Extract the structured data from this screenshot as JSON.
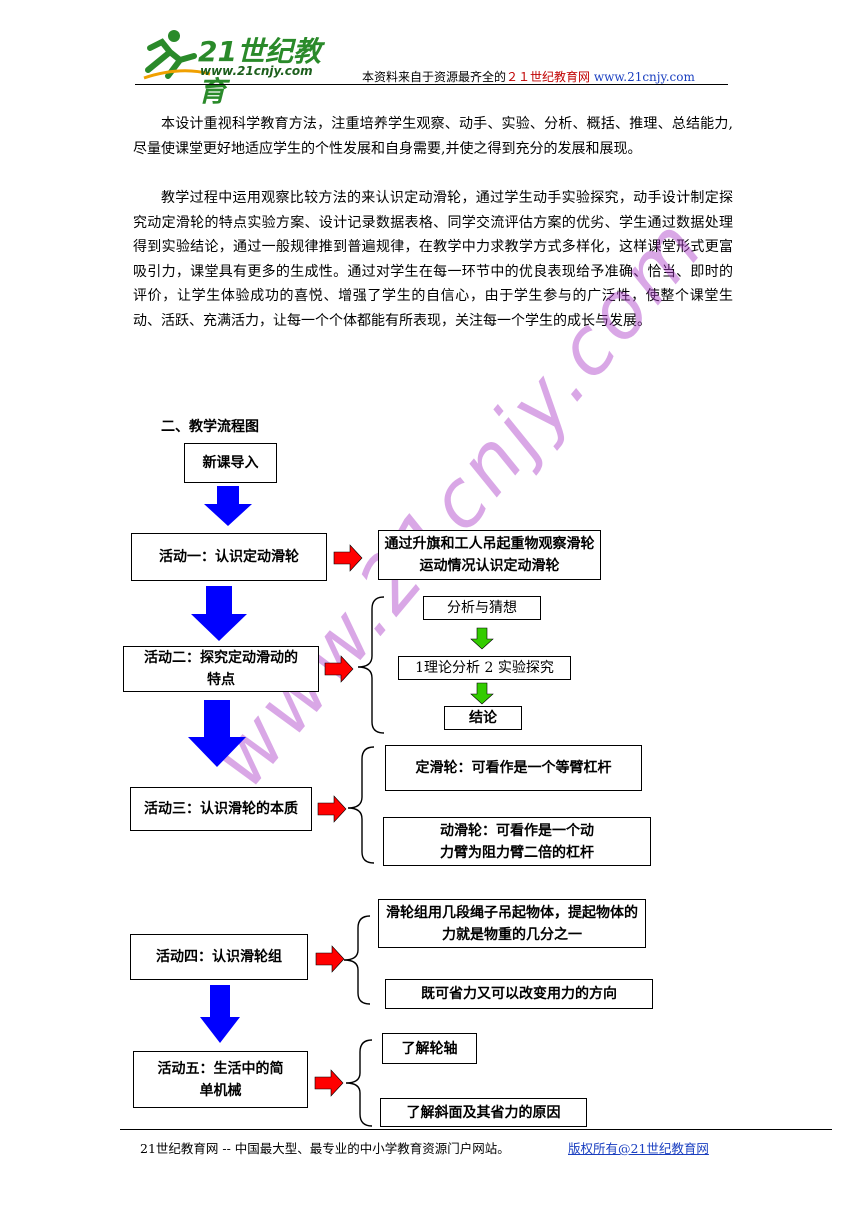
{
  "header": {
    "logo_text": "21世纪教育",
    "logo_url_text": "www.21cnjy.com",
    "note_prefix": "本资料来自于资源最齐全的",
    "note_site": "２１世纪教育网",
    "note_url": "www.21cnjy.com"
  },
  "body": {
    "para1": "本设计重视科学教育方法，注重培养学生观察、动手、实验、分析、概括、推理、总结能力,尽量使课堂更好地适应学生的个性发展和自身需要,并使之得到充分的发展和展现。",
    "para2": "教学过程中运用观察比较方法的来认识定动滑轮，通过学生动手实验探究，动手设计制定探究动定滑轮的特点实验方案、设计记录数据表格、同学交流评估方案的优劣、学生通过数据处理得到实验结论，通过一般规律推到普遍规律，在教学中力求教学方式多样化，这样课堂形式更富吸引力，课堂具有更多的生成性。通过对学生在每一环节中的优良表现给予准确、恰当、即时的评价，让学生体验成功的喜悦、增强了学生的自信心，由于学生参与的广泛性，使整个课堂生动、活跃、充满活力，让每一个个体都能有所表现，关注每一个学生的成长与发展。"
  },
  "section_title": "二、教学流程图",
  "flow": {
    "intro": "新课导入",
    "act1": "活动一：认识定动滑轮",
    "act1_desc": "通过升旗和工人吊起重物观察滑轮运动情况认识定动滑轮",
    "act2": "活动二：探究定动滑动的特点",
    "act2_step1": "分析与猜想",
    "act2_step2": "1理论分析 2 实验探究",
    "act2_step3": "结论",
    "act3": "活动三：认识滑轮的本质",
    "act3_item1": "定滑轮：可看作是一个等臂杠杆",
    "act3_item2": "动滑轮：可看作是一个动力臂为阻力臂二倍的杠杆",
    "act4": "活动四：认识滑轮组",
    "act4_item1": "滑轮组用几段绳子吊起物体，提起物体的力就是物重的几分之一",
    "act4_item2": "既可省力又可以改变用力的方向",
    "act5": "活动五：生活中的简单机械",
    "act5_item1": "了解轮轴",
    "act5_item2": "了解斜面及其省力的原因"
  },
  "watermark": "www.21cnjy.com",
  "footer": {
    "left": "21世纪教育网 -- 中国最大型、最专业的中小学教育资源门户网站。",
    "right": "版权所有@21世纪教育网"
  },
  "colors": {
    "blue_arrow": "#0000ff",
    "red_arrow": "#ff0000",
    "green_arrow": "#33cc00",
    "watermark": "#b050d0"
  }
}
